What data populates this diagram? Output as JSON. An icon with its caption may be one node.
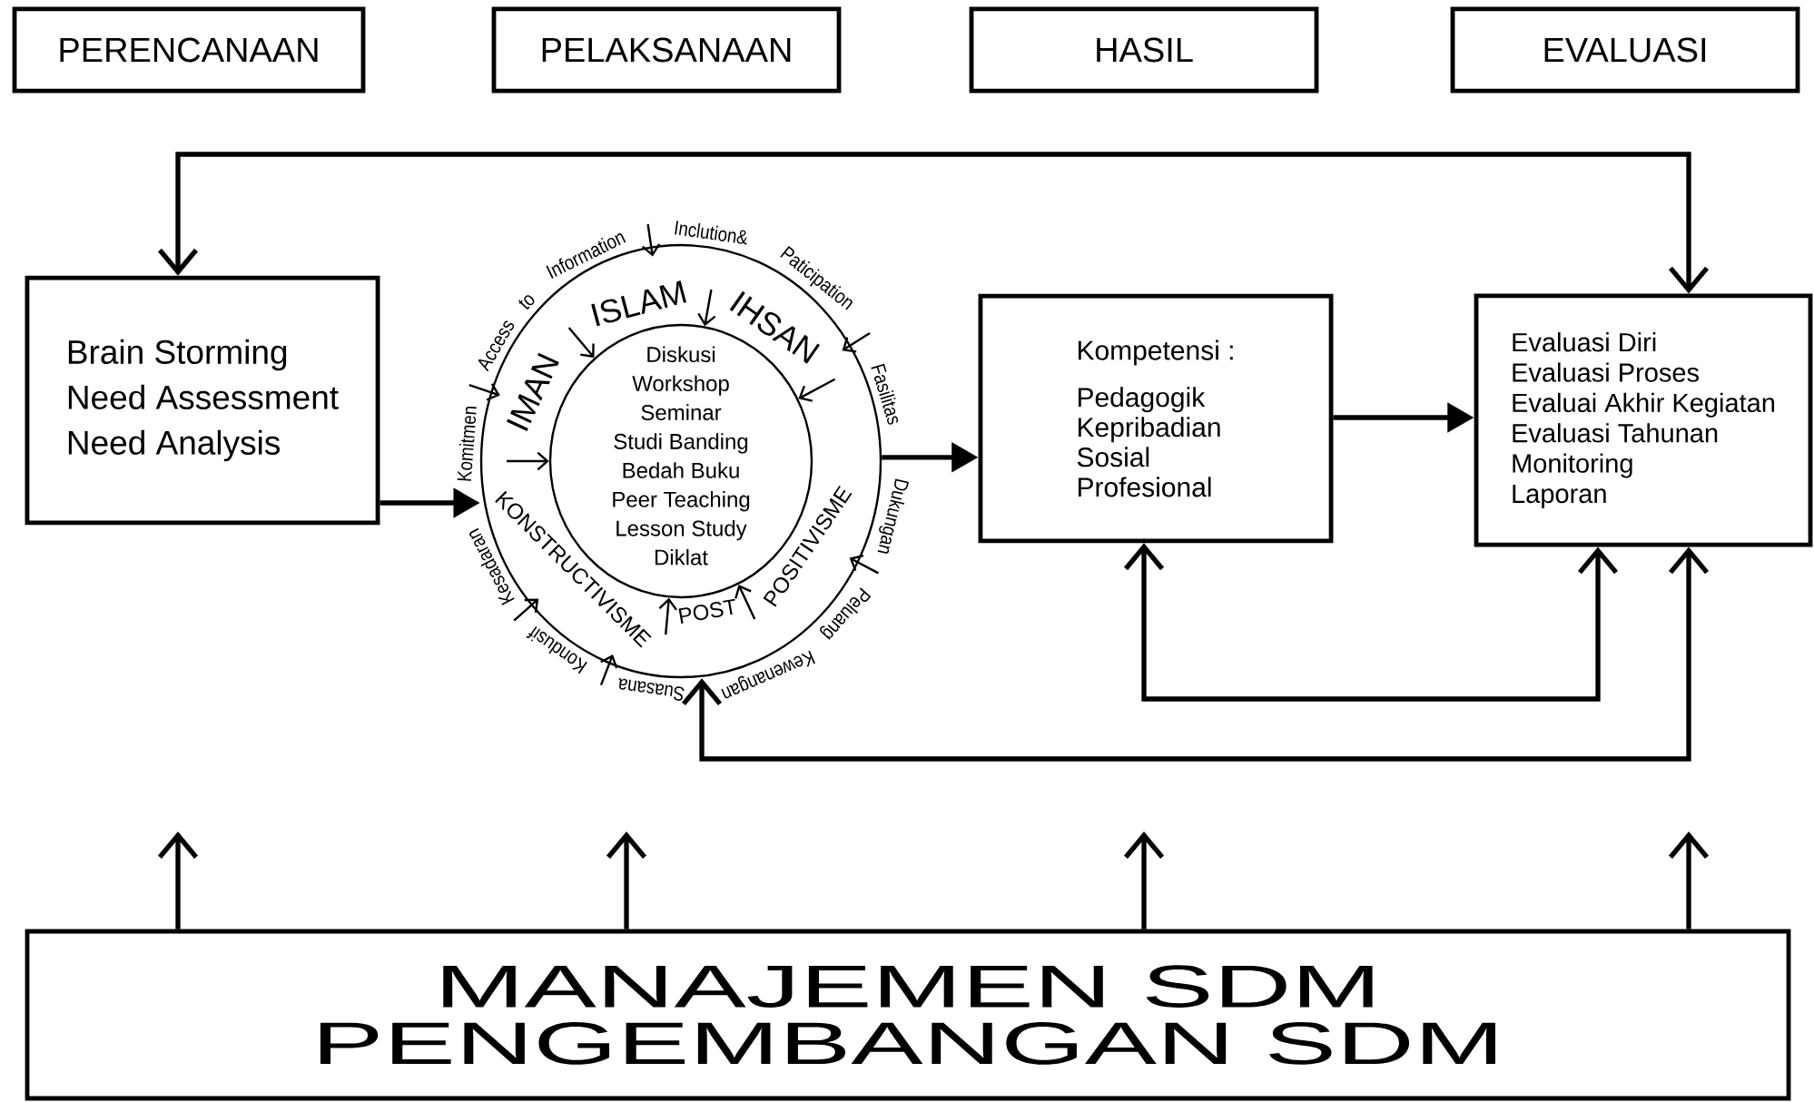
{
  "diagram": {
    "nodes": [
      {
        "text": [
          "PERENCANAAN"
        ]
      },
      {
        "text": [
          "PELAKSANAAN"
        ]
      },
      {
        "text": [
          "HASIL"
        ]
      },
      {
        "text": [
          "EVALUASI"
        ]
      },
      {
        "text": [
          "Brain Storming",
          "Need Assessment",
          "Need Analysis"
        ]
      },
      {
        "text": [
          "IMAN",
          "ISLAM",
          "IHSAN",
          "KONSTRUCTIVISME",
          "POST",
          "POSITIVISME"
        ],
        "beside": [
          "Kesadaran",
          "Komitmen",
          "Access",
          "to",
          "Information",
          "Inclution&",
          "Paticipation",
          "Fasilitas",
          "Dukungan",
          "Peluang",
          "Kewenangan",
          "Suasana",
          "Kondusif"
        ]
      },
      {
        "text": [
          "Diskusi",
          "Workshop",
          "Seminar",
          "Studi Banding",
          "Bedah Buku",
          "Peer Teaching",
          "Lesson Study",
          "Diklat"
        ],
        "in": 5
      },
      {
        "text": [
          "Kompetensi :",
          "Pedagogik",
          "Kepribadian",
          "Sosial",
          "Profesional"
        ]
      },
      {
        "text": [
          "Evaluasi Diri",
          "Evaluasi Proses",
          "Evaluai Akhir Kegiatan",
          "Evaluasi Tahunan",
          "Monitoring",
          "Laporan"
        ]
      },
      {
        "text": [
          "MANAJEMEN SDM",
          "PENGEMBANGAN SDM"
        ]
      }
    ],
    "edges": [
      {
        "from": 8,
        "to": 4,
        "arrow": "both"
      },
      {
        "from": 4,
        "to": 5,
        "arrow": "to"
      },
      {
        "from": 5,
        "to": 7,
        "arrow": "to"
      },
      {
        "from": 7,
        "to": 8,
        "arrow": "to"
      },
      {
        "from": 7,
        "to": 8,
        "arrow": "both"
      },
      {
        "from": 5,
        "to": 8,
        "arrow": "both"
      },
      {
        "from": 9,
        "to": null,
        "arrow": "to"
      },
      {
        "from": 9,
        "to": null,
        "arrow": "to"
      },
      {
        "from": 9,
        "to": null,
        "arrow": "to"
      },
      {
        "from": 9,
        "to": null,
        "arrow": "to"
      },
      {
        "from": 5,
        "to": 6,
        "arrow": "to"
      },
      {
        "from": 5,
        "to": 6,
        "arrow": "to"
      },
      {
        "from": 5,
        "to": 6,
        "arrow": "to"
      },
      {
        "from": 5,
        "to": 6,
        "arrow": "to"
      },
      {
        "from": 5,
        "to": 6,
        "arrow": "to"
      },
      {
        "from": 5,
        "to": 6,
        "arrow": "to"
      }
    ]
  }
}
